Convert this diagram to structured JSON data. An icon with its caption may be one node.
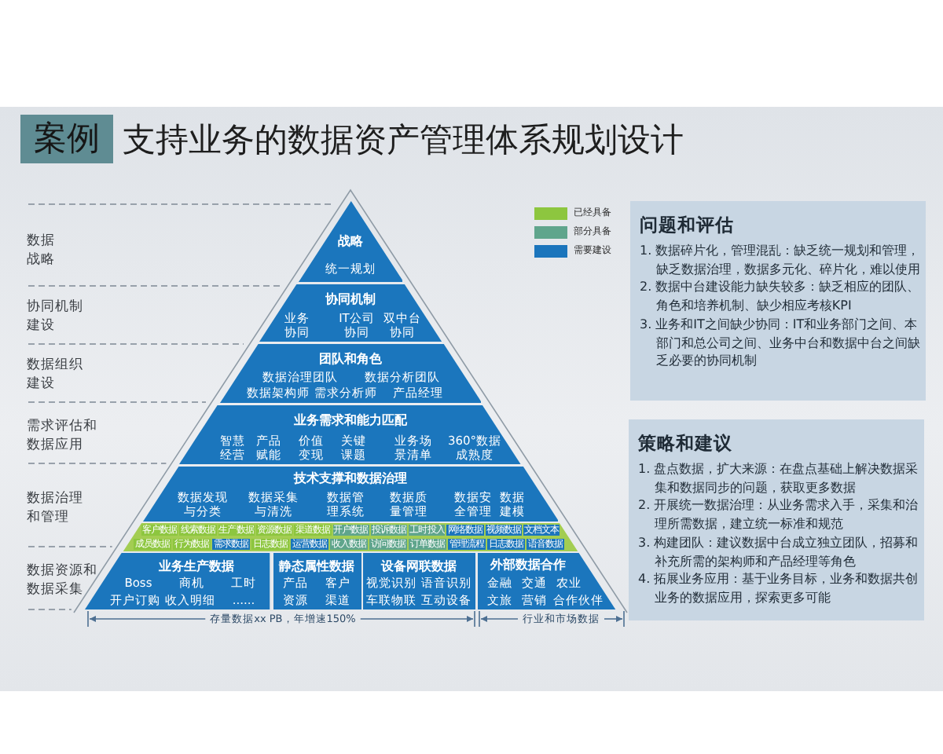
{
  "diagram": {
    "title": "支持业务的数据资产管理体系规划设计",
    "nodes": [
      {
        "text": [
          "案例"
        ]
      },
      {
        "text": [
          "战略",
          "统一规划"
        ]
      },
      {
        "text": [
          "协同机制",
          "业务协同",
          "IT公司协同",
          "双中台协同"
        ]
      },
      {
        "text": [
          "团队和角色",
          "数据治理团队",
          "数据分析团队",
          "数据架构师",
          "需求分析师",
          "产品经理"
        ]
      },
      {
        "text": [
          "业务需求和能力匹配",
          "智慧经营",
          "产品赋能",
          "价值变现",
          "关键课题",
          "业务场景清单",
          "360°数据成熟度"
        ]
      },
      {
        "text": [
          "技术支撑和数据治理",
          "数据发现与分类",
          "数据采集与清洗",
          "数据管理系统",
          "数据质量管理",
          "数据安全管理",
          "数据建模"
        ]
      },
      {
        "text": [
          "客户数据"
        ]
      },
      {
        "text": [
          "线索数据"
        ]
      },
      {
        "text": [
          "生产数据"
        ]
      },
      {
        "text": [
          "资源数据"
        ]
      },
      {
        "text": [
          "渠道数据"
        ]
      },
      {
        "text": [
          "开户数据"
        ]
      },
      {
        "text": [
          "投诉数据"
        ]
      },
      {
        "text": [
          "工时投入"
        ]
      },
      {
        "text": [
          "网络数据"
        ]
      },
      {
        "text": [
          "视频数据"
        ]
      },
      {
        "text": [
          "文档文本"
        ]
      },
      {
        "text": [
          "成员数据"
        ]
      },
      {
        "text": [
          "行为数据"
        ]
      },
      {
        "text": [
          "需求数据"
        ]
      },
      {
        "text": [
          "日志数据"
        ]
      },
      {
        "text": [
          "运营数据"
        ]
      },
      {
        "text": [
          "收入数据"
        ]
      },
      {
        "text": [
          "访问数据"
        ]
      },
      {
        "text": [
          "订单数据"
        ]
      },
      {
        "text": [
          "管理流程"
        ]
      },
      {
        "text": [
          "日志数据"
        ]
      },
      {
        "text": [
          "语音数据"
        ]
      },
      {
        "text": [
          "业务生产数据",
          "Boss",
          "商机",
          "工时",
          "开户订购",
          "收入明细",
          "......"
        ]
      },
      {
        "text": [
          "静态属性数据",
          "产品",
          "客户",
          "资源",
          "渠道"
        ]
      },
      {
        "text": [
          "设备网联数据",
          "视觉识别",
          "语音识别",
          "车联物联",
          "互动设备"
        ]
      },
      {
        "text": [
          "外部数据合作",
          "金融",
          "交通",
          "农业",
          "文旅",
          "营销",
          "合作伙伴"
        ]
      },
      {
        "text": [
          "问题和评估",
          "1. 数据碎片化，管理混乱：缺乏统一规划和管理，缺乏数据治理，数据多元化、碎片化，难以使用",
          "2. 数据中台建设能力缺失较多：缺乏相应的团队、角色和培养机制、缺少相应考核KPI",
          "3. 业务和IT之间缺少协同：IT和业务部门之间、本部门和总公司之间、业务中台和数据中台之间缺乏必要的协同机制"
        ]
      },
      {
        "text": [
          "策略和建议",
          "1. 盘点数据，扩大来源：在盘点基础上解决数据采集和数据同步的问题，获取更多数据",
          "2. 开展统一数据治理：从业务需求入手，采集和治理所需数据，建立统一标准和规范",
          "3. 构建团队：建议数据中台成立独立团队，招募和补充所需的架构师和产品经理等角色",
          "4. 拓展业务应用：基于业务目标，业务和数据共创业务的数据应用，探索更多可能"
        ]
      }
    ],
    "labels": [
      "数据战略",
      "协同机制建设",
      "数据组织建设",
      "需求评估和数据应用",
      "数据治理和管理",
      "数据资源和数据采集",
      "存量数据xx PB，年增速150%",
      "行业和市场数据"
    ],
    "legend": [
      {
        "text": "已经具备",
        "color": "#8dc63f"
      },
      {
        "text": "部分具备",
        "color": "#5fa58c"
      },
      {
        "text": "需要建设",
        "color": "#1b75bc"
      }
    ]
  }
}
